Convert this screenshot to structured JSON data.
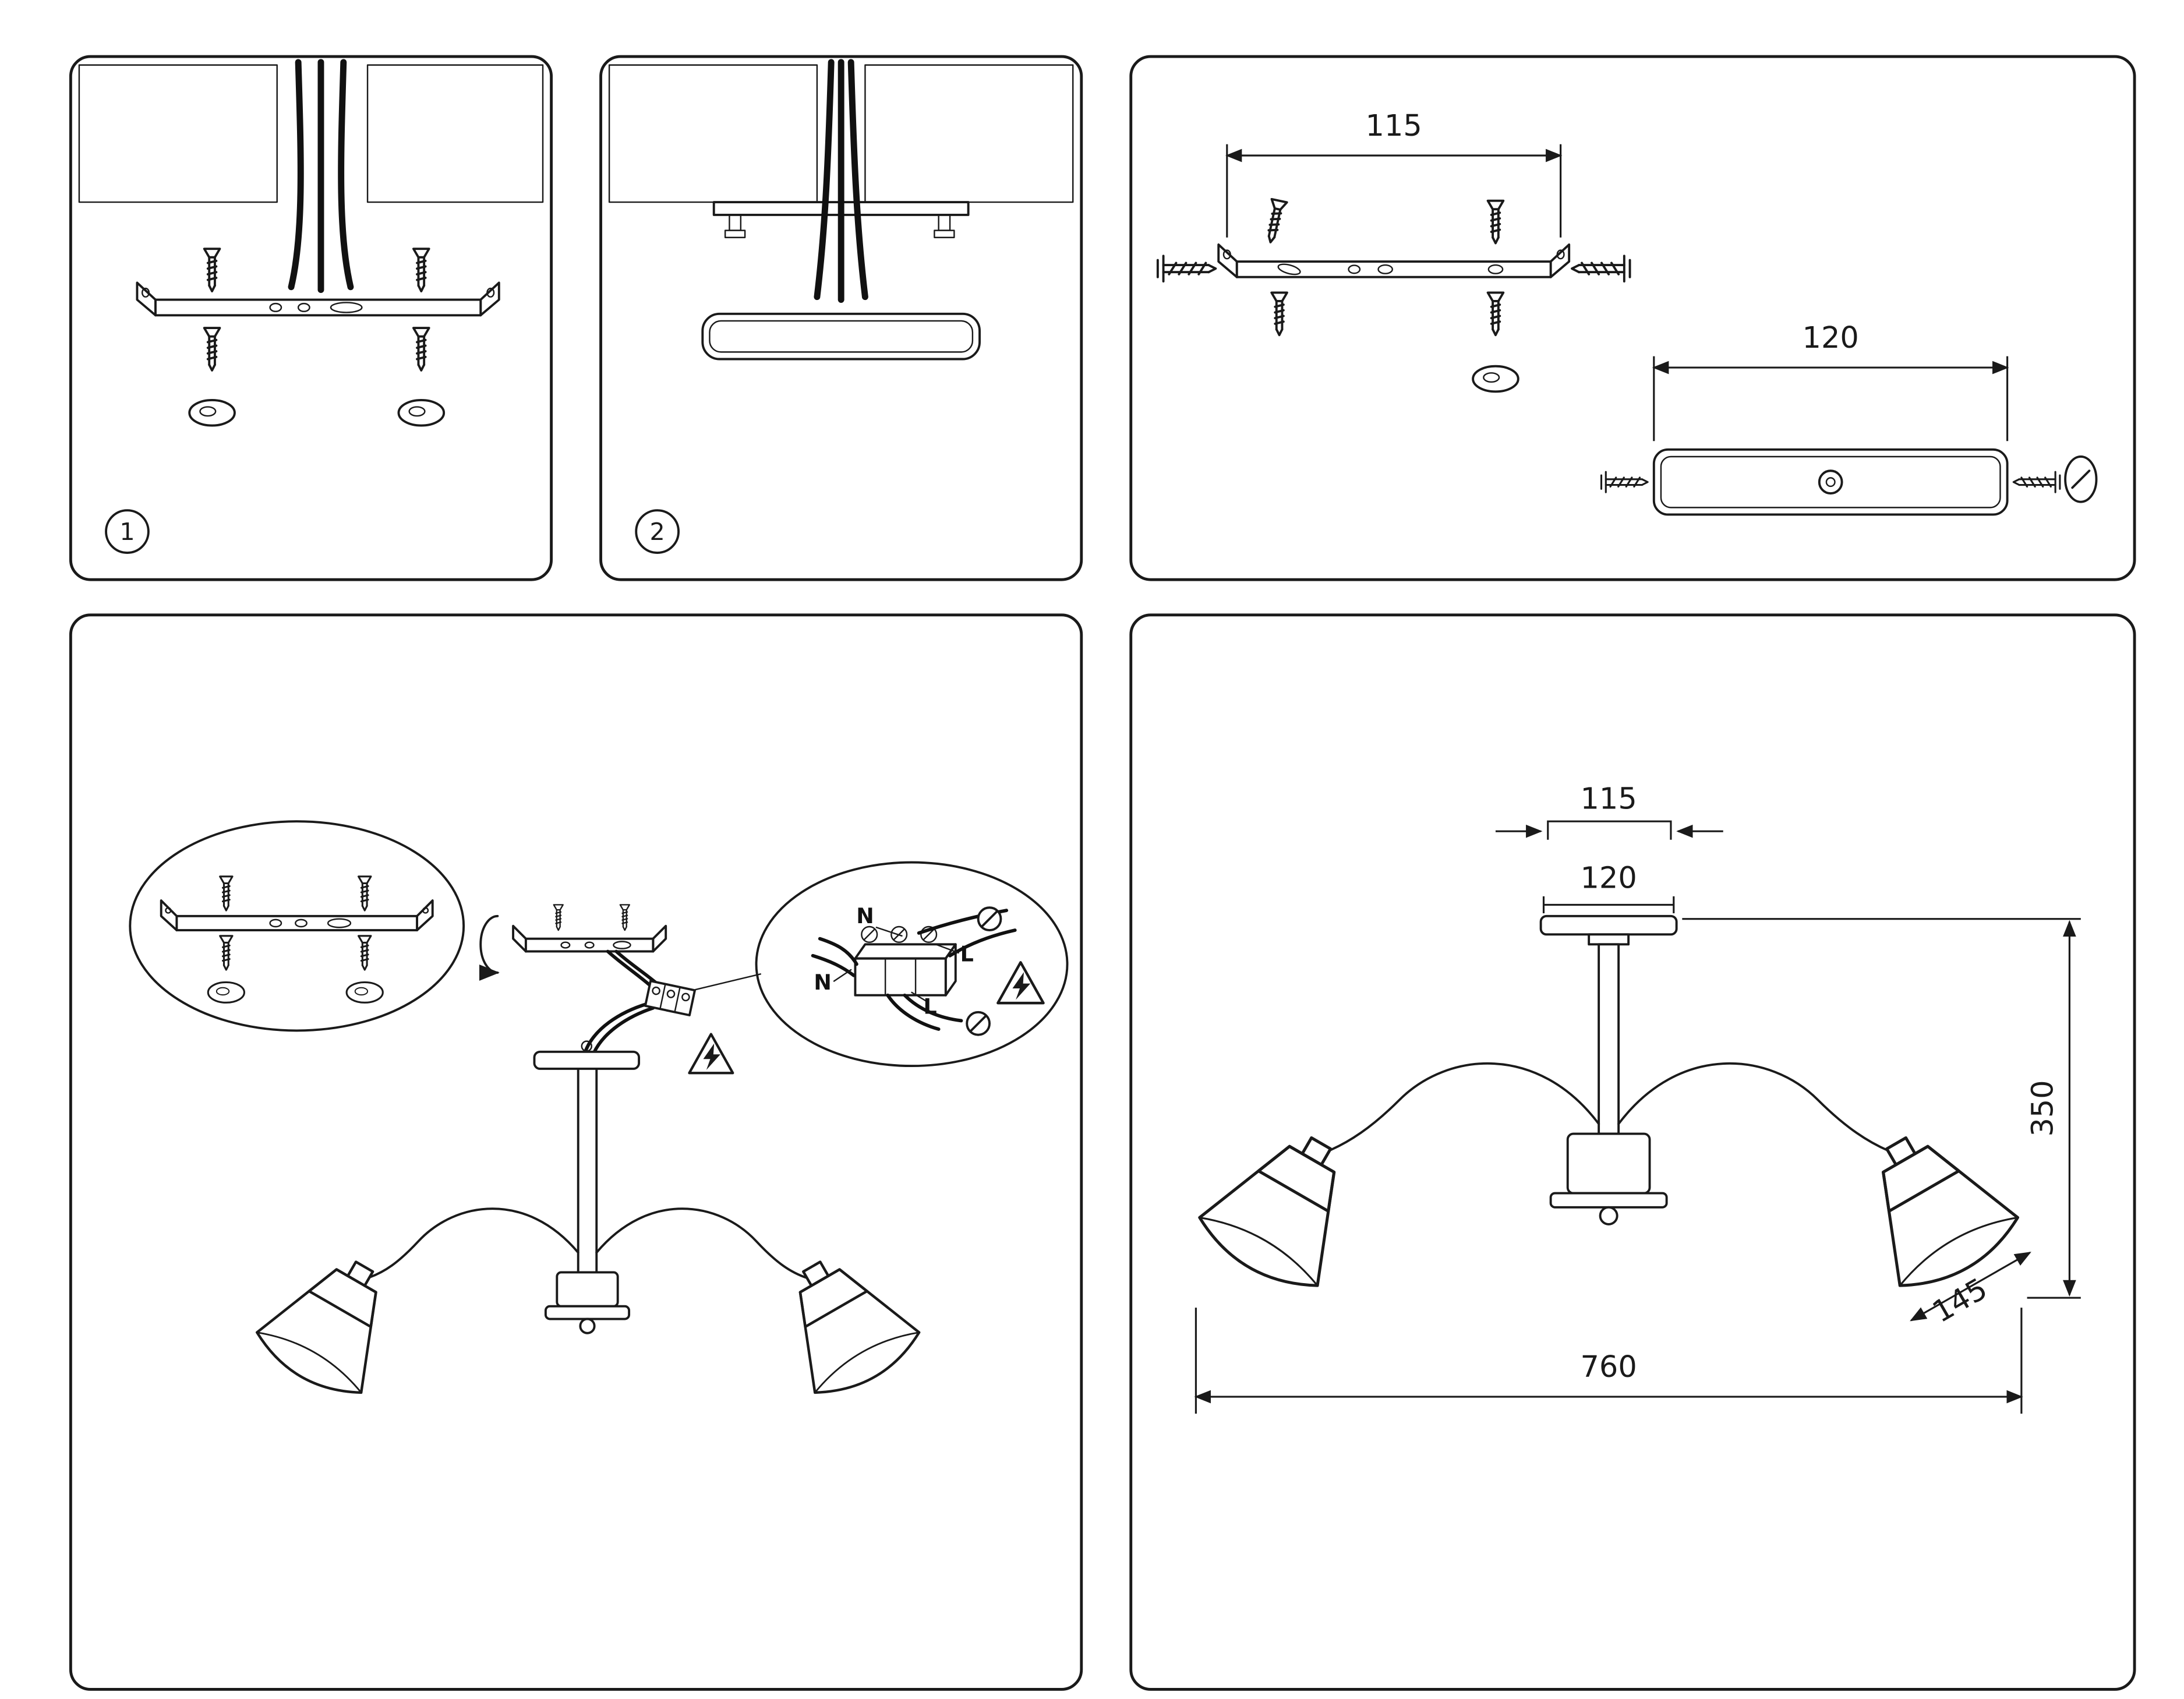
{
  "meta": {
    "document_type": "ceiling-lamp-installation-instructions",
    "background_color": "#ffffff",
    "line_color": "#1a1a1a"
  },
  "steps": {
    "step1": "1",
    "step2": "2"
  },
  "bracket_panel": {
    "bracket_width_mm": "115",
    "plate_length_mm": "120"
  },
  "wiring": {
    "neutral_top": "N",
    "line_top": "L",
    "neutral_bottom": "N",
    "line_bottom": "L"
  },
  "dimensions_panel": {
    "bracket_width_mm": "115",
    "canopy_width_mm": "120",
    "height_mm": "350",
    "shade_diameter_mm": "145",
    "total_width_mm": "760"
  },
  "icons": {
    "warning_triangle": "high-voltage-warning",
    "ground_terminal": "slotted-screw-head",
    "flip_arrow": "rotate-flip-arrow",
    "drill_hole": "hole-mark-ellipse"
  }
}
